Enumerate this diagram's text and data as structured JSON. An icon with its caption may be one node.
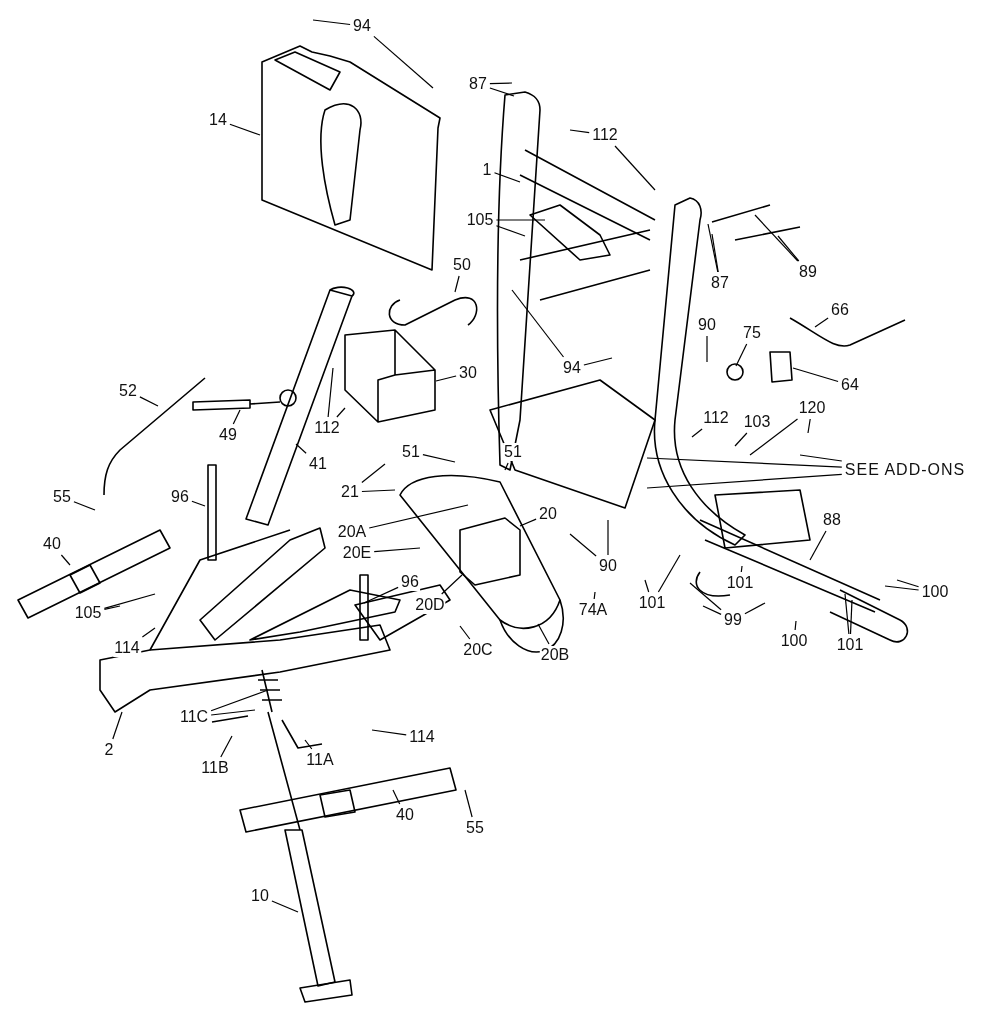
{
  "diagram": {
    "nodes": [
      {
        "text": [
          "94"
        ]
      },
      {
        "text": [
          "14"
        ]
      },
      {
        "text": [
          "87"
        ]
      },
      {
        "text": [
          "112"
        ]
      },
      {
        "text": [
          "1"
        ]
      },
      {
        "text": [
          "105"
        ]
      },
      {
        "text": [
          "89"
        ]
      },
      {
        "text": [
          "87"
        ]
      },
      {
        "text": [
          "50"
        ]
      },
      {
        "text": [
          "66"
        ]
      },
      {
        "text": [
          "90"
        ]
      },
      {
        "text": [
          "75"
        ]
      },
      {
        "text": [
          "94"
        ]
      },
      {
        "text": [
          "64"
        ]
      },
      {
        "text": [
          "52"
        ]
      },
      {
        "text": [
          "30"
        ]
      },
      {
        "text": [
          "49"
        ]
      },
      {
        "text": [
          "112"
        ]
      },
      {
        "text": [
          "41"
        ]
      },
      {
        "text": [
          "112"
        ]
      },
      {
        "text": [
          "103"
        ]
      },
      {
        "text": [
          "120"
        ]
      },
      {
        "text": [
          "SEE ADD-ONS"
        ]
      },
      {
        "text": [
          "51"
        ]
      },
      {
        "text": [
          "51"
        ]
      },
      {
        "text": [
          "21"
        ]
      },
      {
        "text": [
          "55"
        ]
      },
      {
        "text": [
          "96"
        ]
      },
      {
        "text": [
          "20A"
        ]
      },
      {
        "text": [
          "20"
        ]
      },
      {
        "text": [
          "20E"
        ]
      },
      {
        "text": [
          "40"
        ]
      },
      {
        "text": [
          "88"
        ]
      },
      {
        "text": [
          "20D"
        ]
      },
      {
        "text": [
          "96"
        ]
      },
      {
        "text": [
          "90"
        ]
      },
      {
        "text": [
          "74A"
        ]
      },
      {
        "text": [
          "101"
        ]
      },
      {
        "text": [
          "101"
        ]
      },
      {
        "text": [
          "100"
        ]
      },
      {
        "text": [
          "105"
        ]
      },
      {
        "text": [
          "114"
        ]
      },
      {
        "text": [
          "20C"
        ]
      },
      {
        "text": [
          "20B"
        ]
      },
      {
        "text": [
          "99"
        ]
      },
      {
        "text": [
          "100"
        ]
      },
      {
        "text": [
          "101"
        ]
      },
      {
        "text": [
          "11C"
        ]
      },
      {
        "text": [
          "2"
        ]
      },
      {
        "text": [
          "114"
        ]
      },
      {
        "text": [
          "11B"
        ]
      },
      {
        "text": [
          "11A"
        ]
      },
      {
        "text": [
          "40"
        ]
      },
      {
        "text": [
          "55"
        ]
      },
      {
        "text": [
          "10"
        ]
      }
    ],
    "edges": [
      {
        "from": 0,
        "to": null,
        "arrow": "none"
      },
      {
        "from": 0,
        "to": null,
        "arrow": "none"
      },
      {
        "from": 1,
        "to": null,
        "arrow": "none"
      },
      {
        "from": 2,
        "to": null,
        "arrow": "none"
      },
      {
        "from": 2,
        "to": null,
        "arrow": "none"
      },
      {
        "from": 3,
        "to": null,
        "arrow": "none"
      },
      {
        "from": 3,
        "to": null,
        "arrow": "none"
      },
      {
        "from": 4,
        "to": null,
        "arrow": "none"
      },
      {
        "from": 5,
        "to": null,
        "arrow": "none"
      },
      {
        "from": 5,
        "to": null,
        "arrow": "none"
      },
      {
        "from": 6,
        "to": null,
        "arrow": "none"
      },
      {
        "from": 6,
        "to": null,
        "arrow": "none"
      },
      {
        "from": 7,
        "to": null,
        "arrow": "none"
      },
      {
        "from": 7,
        "to": null,
        "arrow": "none"
      },
      {
        "from": 8,
        "to": null,
        "arrow": "none"
      },
      {
        "from": 9,
        "to": null,
        "arrow": "none"
      },
      {
        "from": 10,
        "to": null,
        "arrow": "none"
      },
      {
        "from": 11,
        "to": null,
        "arrow": "none"
      },
      {
        "from": 12,
        "to": null,
        "arrow": "none"
      },
      {
        "from": 12,
        "to": null,
        "arrow": "none"
      },
      {
        "from": 13,
        "to": null,
        "arrow": "none"
      },
      {
        "from": 14,
        "to": null,
        "arrow": "none"
      },
      {
        "from": 15,
        "to": null,
        "arrow": "none"
      },
      {
        "from": 16,
        "to": null,
        "arrow": "none"
      },
      {
        "from": 17,
        "to": null,
        "arrow": "none"
      },
      {
        "from": 17,
        "to": null,
        "arrow": "none"
      },
      {
        "from": 18,
        "to": null,
        "arrow": "none"
      },
      {
        "from": 19,
        "to": null,
        "arrow": "none"
      },
      {
        "from": 20,
        "to": null,
        "arrow": "none"
      },
      {
        "from": 21,
        "to": null,
        "arrow": "none"
      },
      {
        "from": 21,
        "to": null,
        "arrow": "none"
      },
      {
        "from": 22,
        "to": null,
        "arrow": "none"
      },
      {
        "from": 22,
        "to": null,
        "arrow": "none"
      },
      {
        "from": 22,
        "to": null,
        "arrow": "none"
      },
      {
        "from": 23,
        "to": null,
        "arrow": "none"
      },
      {
        "from": 24,
        "to": null,
        "arrow": "none"
      },
      {
        "from": 25,
        "to": null,
        "arrow": "none"
      },
      {
        "from": 25,
        "to": null,
        "arrow": "none"
      },
      {
        "from": 26,
        "to": null,
        "arrow": "none"
      },
      {
        "from": 27,
        "to": null,
        "arrow": "none"
      },
      {
        "from": 28,
        "to": null,
        "arrow": "none"
      },
      {
        "from": 29,
        "to": null,
        "arrow": "none"
      },
      {
        "from": 30,
        "to": null,
        "arrow": "none"
      },
      {
        "from": 31,
        "to": null,
        "arrow": "none"
      },
      {
        "from": 32,
        "to": null,
        "arrow": "none"
      },
      {
        "from": 33,
        "to": null,
        "arrow": "none"
      },
      {
        "from": 34,
        "to": null,
        "arrow": "none"
      },
      {
        "from": 35,
        "to": null,
        "arrow": "none"
      },
      {
        "from": 35,
        "to": null,
        "arrow": "none"
      },
      {
        "from": 36,
        "to": null,
        "arrow": "none"
      },
      {
        "from": 37,
        "to": null,
        "arrow": "none"
      },
      {
        "from": 37,
        "to": null,
        "arrow": "none"
      },
      {
        "from": 38,
        "to": null,
        "arrow": "none"
      },
      {
        "from": 39,
        "to": null,
        "arrow": "none"
      },
      {
        "from": 39,
        "to": null,
        "arrow": "none"
      },
      {
        "from": 40,
        "to": null,
        "arrow": "none"
      },
      {
        "from": 40,
        "to": null,
        "arrow": "none"
      },
      {
        "from": 41,
        "to": null,
        "arrow": "none"
      },
      {
        "from": 42,
        "to": null,
        "arrow": "none"
      },
      {
        "from": 43,
        "to": null,
        "arrow": "none"
      },
      {
        "from": 44,
        "to": null,
        "arrow": "none"
      },
      {
        "from": 44,
        "to": null,
        "arrow": "none"
      },
      {
        "from": 44,
        "to": null,
        "arrow": "none"
      },
      {
        "from": 45,
        "to": null,
        "arrow": "none"
      },
      {
        "from": 46,
        "to": null,
        "arrow": "none"
      },
      {
        "from": 46,
        "to": null,
        "arrow": "none"
      },
      {
        "from": 47,
        "to": null,
        "arrow": "none"
      },
      {
        "from": 47,
        "to": null,
        "arrow": "none"
      },
      {
        "from": 48,
        "to": null,
        "arrow": "none"
      },
      {
        "from": 49,
        "to": null,
        "arrow": "none"
      },
      {
        "from": 50,
        "to": null,
        "arrow": "none"
      },
      {
        "from": 51,
        "to": null,
        "arrow": "none"
      },
      {
        "from": 52,
        "to": null,
        "arrow": "none"
      },
      {
        "from": 53,
        "to": null,
        "arrow": "none"
      },
      {
        "from": 54,
        "to": null,
        "arrow": "none"
      }
    ]
  }
}
